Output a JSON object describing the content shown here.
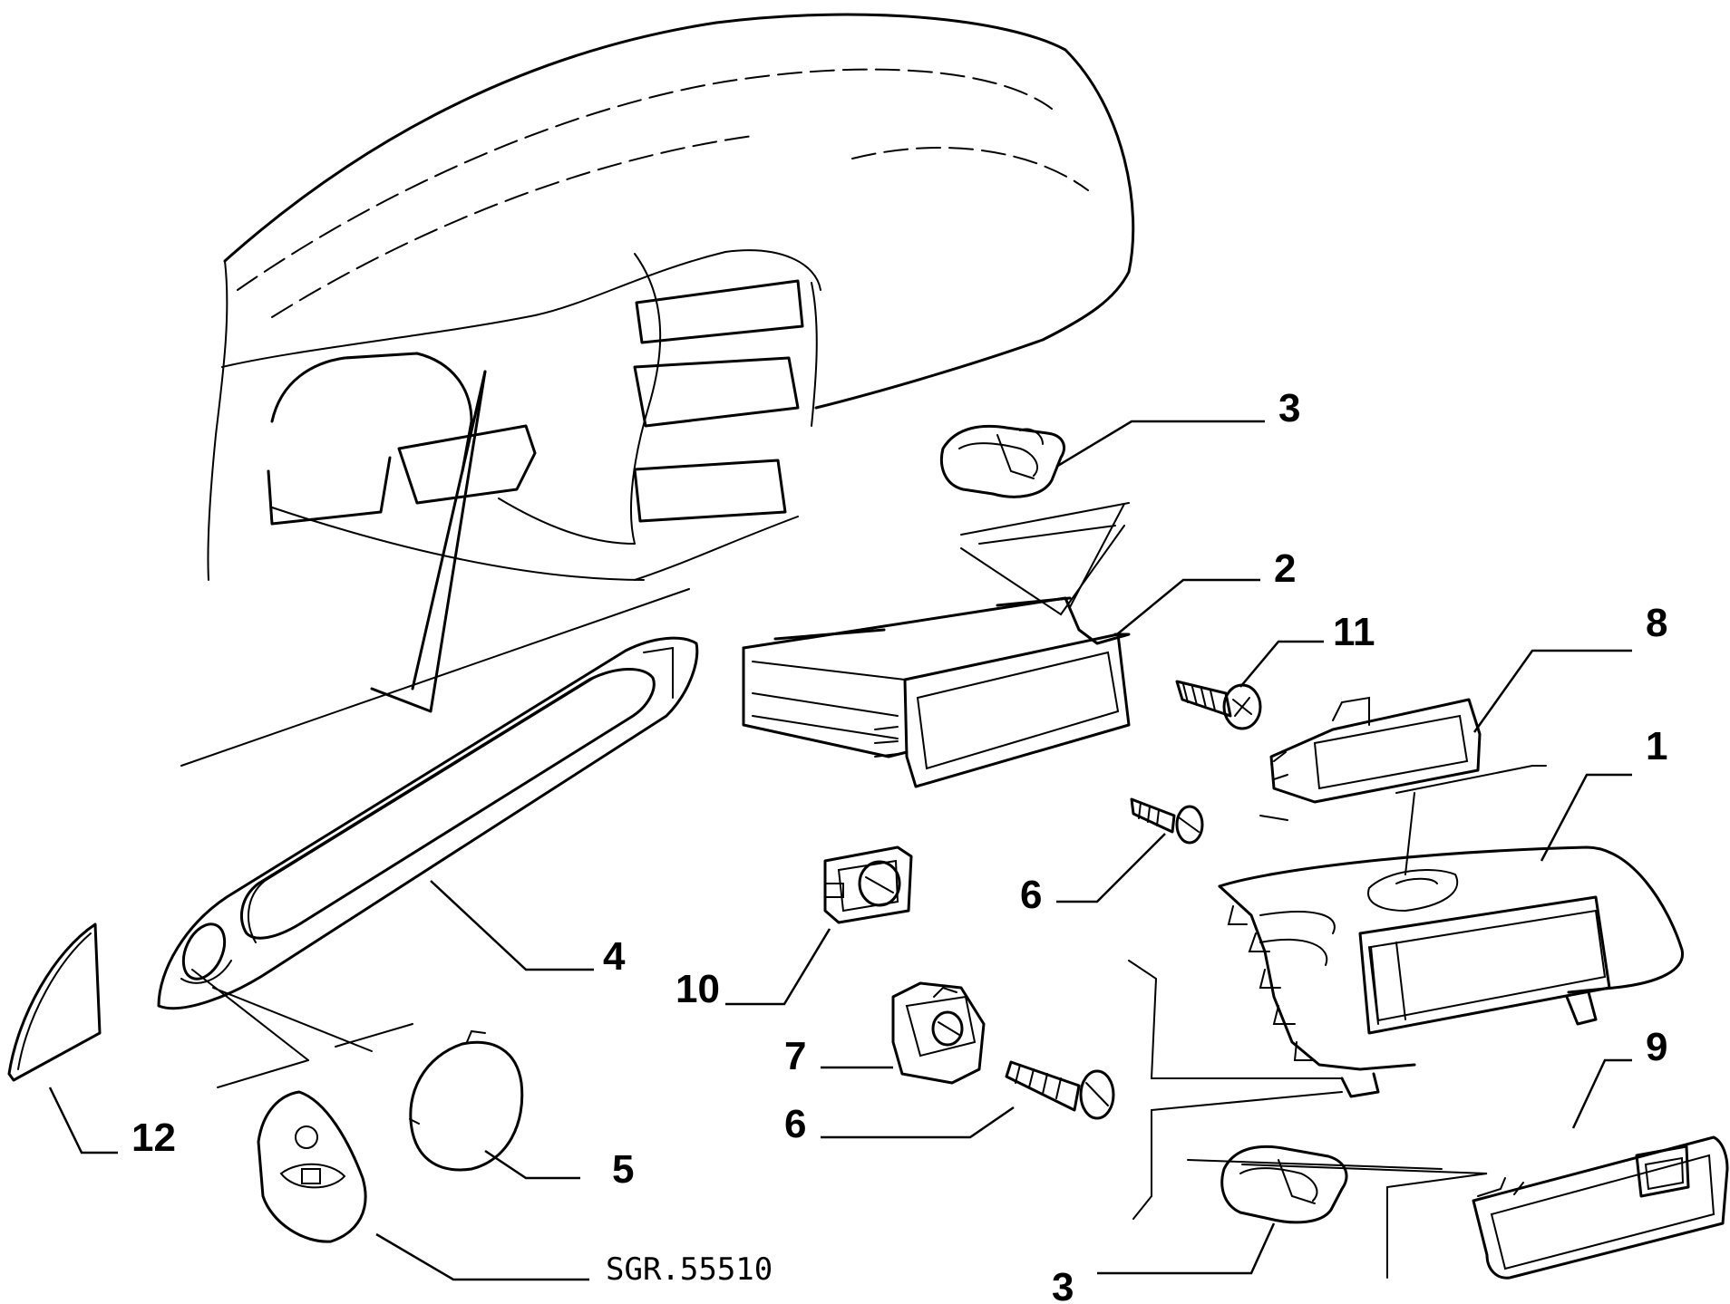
{
  "diagram": {
    "reference_code": "SGR.55510",
    "callouts": [
      {
        "id": "callout-3-top",
        "label": "3"
      },
      {
        "id": "callout-2",
        "label": "2"
      },
      {
        "id": "callout-11",
        "label": "11"
      },
      {
        "id": "callout-8",
        "label": "8"
      },
      {
        "id": "callout-1",
        "label": "1"
      },
      {
        "id": "callout-6-upper",
        "label": "6"
      },
      {
        "id": "callout-4",
        "label": "4"
      },
      {
        "id": "callout-10",
        "label": "10"
      },
      {
        "id": "callout-7",
        "label": "7"
      },
      {
        "id": "callout-6-lower",
        "label": "6"
      },
      {
        "id": "callout-9",
        "label": "9"
      },
      {
        "id": "callout-12",
        "label": "12"
      },
      {
        "id": "callout-5",
        "label": "5"
      },
      {
        "id": "callout-3-bottom",
        "label": "3"
      }
    ]
  }
}
